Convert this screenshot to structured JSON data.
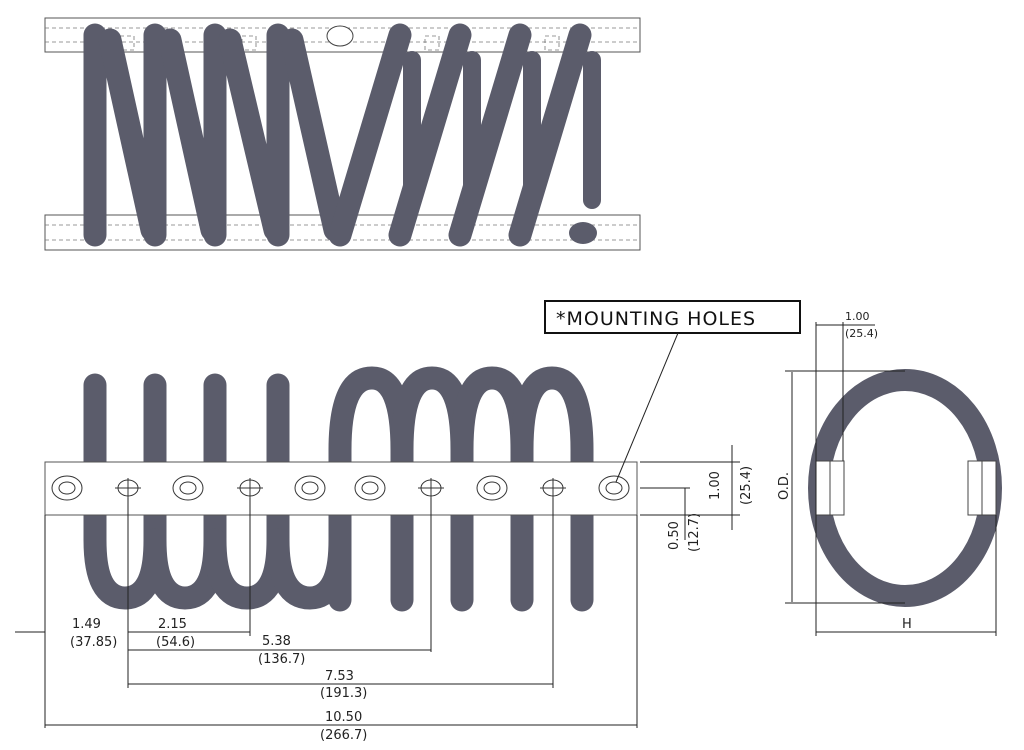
{
  "callout": {
    "label": "*MOUNTING HOLES"
  },
  "dimensions": {
    "first_hole": {
      "in": "1.49",
      "mm": "(37.85)"
    },
    "pitch_1": {
      "in": "2.15",
      "mm": "(54.6)"
    },
    "pitch_2": {
      "in": "5.38",
      "mm": "(136.7)"
    },
    "pitch_3": {
      "in": "7.53",
      "mm": "(191.3)"
    },
    "overall_length": {
      "in": "10.50",
      "mm": "(266.7)"
    },
    "rail_height": {
      "in": "1.00",
      "mm": "(25.4)"
    },
    "hole_center": {
      "in": "0.50",
      "mm": "(12.7)"
    },
    "rail_width": {
      "in": "1.00",
      "mm": "(25.4)"
    },
    "outer_diameter": "O.D.",
    "height": "H"
  },
  "colors": {
    "coil": "#5b5c6b",
    "line": "#222222"
  }
}
